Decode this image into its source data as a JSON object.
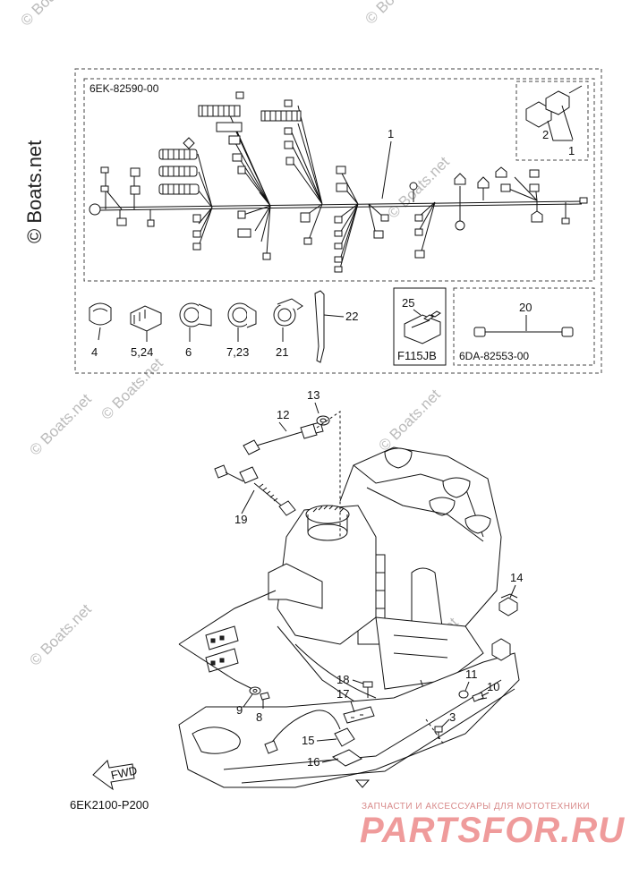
{
  "watermarks": {
    "vertical": "© Boats.net",
    "diagonal": "© Boats.net"
  },
  "harness_kit": {
    "code": "6EK-82590-00",
    "callouts": [
      "1",
      "2",
      "1"
    ]
  },
  "clip_callouts": [
    "4",
    "5,24",
    "6",
    "7,23",
    "21",
    "22"
  ],
  "junction_box": {
    "callout": "25",
    "label": "F115JB"
  },
  "sub_harness": {
    "callout": "20",
    "code": "6DA-82553-00"
  },
  "engine_callouts": [
    "13",
    "12",
    "19",
    "14",
    "9",
    "8",
    "18",
    "17",
    "11",
    "10",
    "3",
    "15",
    "16"
  ],
  "fwd_label": "FWD",
  "drawing_code": "6EK2100-P200",
  "branding": {
    "tagline": "ЗАПЧАСТИ И АКСЕССУАРЫ ДЛЯ МОТОТЕХНИКИ",
    "logo": "PARTSFOR.RU"
  }
}
